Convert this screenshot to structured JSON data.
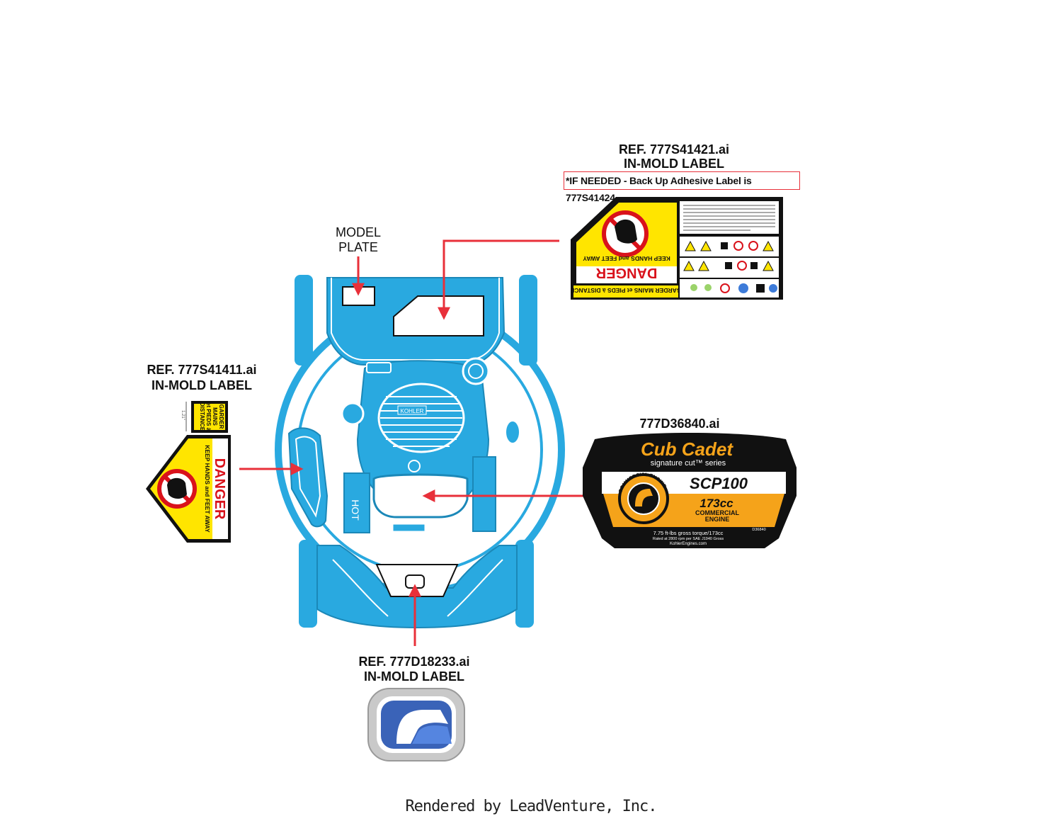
{
  "callouts": {
    "top_right": {
      "ref": "REF. 777S41421.ai",
      "sub": "IN-MOLD LABEL",
      "note": "*IF NEEDED - Back Up Adhesive Label is 777S41424"
    },
    "model_plate": {
      "line1": "MODEL",
      "line2": "PLATE"
    },
    "left": {
      "ref": "REF. 777S41411.ai",
      "sub": "IN-MOLD LABEL"
    },
    "right": {
      "ref": "777D36840.ai"
    },
    "bottom": {
      "ref": "REF. 777D18233.ai",
      "sub": "IN-MOLD LABEL"
    }
  },
  "danger_label_large": {
    "word": "DANGER",
    "keep": "KEEP HANDS and FEET AWAY",
    "french": "GARDER MAINS et PIEDS à DISTANCE"
  },
  "danger_label_small": {
    "word": "DANGER",
    "keep": "KEEP HANDS and FEET AWAY",
    "french_lines": [
      "GARDER",
      "MAINS",
      "et PIEDS à",
      "DISTANCE"
    ],
    "dim": "1.21\""
  },
  "engine_label": {
    "brand": "Cub Cadet",
    "series": "signature cut™ series",
    "model": "SCP100",
    "ring": "COMMERCIAL ENGINE",
    "displacement": "173cc",
    "line1": "COMMERCIAL",
    "line2": "ENGINE",
    "torque": "7.75 ft-lbs gross torque/173cc",
    "rated": "Rated at 2800 rpm per SAE J1940 Gross",
    "site": "KohlerEngines.com",
    "code": "D36840"
  },
  "mower_marks": {
    "shroud_text": "KOHLER",
    "hot_text": "HOT"
  },
  "footer": "Rendered by LeadVenture, Inc.",
  "colors": {
    "mower_blue": "#29a9e0",
    "arrow_red": "#e8303a",
    "danger_yellow": "#ffe500",
    "engine_orange": "#f5a31a",
    "logo_blue": "#4a7fdc"
  }
}
